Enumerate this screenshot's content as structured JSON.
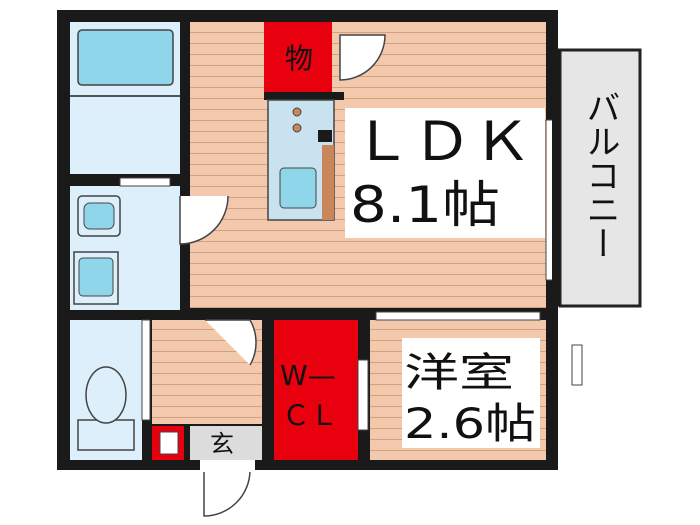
{
  "rooms": {
    "ldk_name": "ＬＤＫ",
    "ldk_size": "8.1帖",
    "western_name": "洋室",
    "western_size": "2.6帖",
    "storage": "物",
    "wcl_top": "W—",
    "wcl_bottom": "ＣＬ",
    "entrance": "玄",
    "balcony": "バルコニー"
  },
  "colors": {
    "wall": "#1a1a1a",
    "wood_floor": "#f3c9ad",
    "wood_line": "#d8a486",
    "wet_area": "#dceffa",
    "fixture": "#8fd6ea",
    "storage_red": "#e8000f",
    "entrance_gray": "#dcdcdc",
    "balcony_gray": "#e6e6e6",
    "kitchen_counter": "#c8e2ef"
  }
}
